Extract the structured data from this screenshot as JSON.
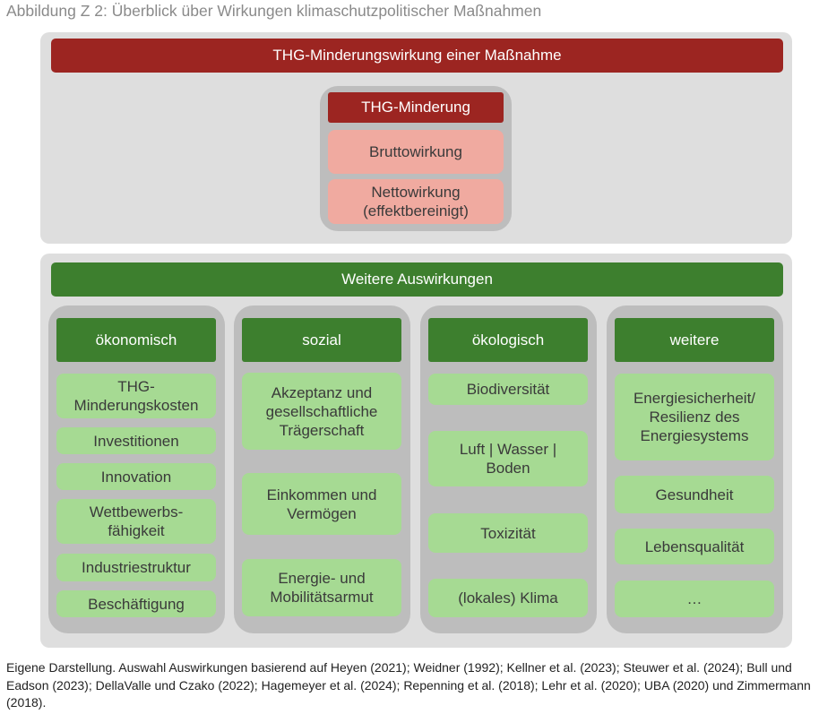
{
  "figure_title": "Abbildung Z 2:  Überblick über Wirkungen klimaschutzpolitischer Maßnahmen",
  "top_panel": {
    "header": "THG-Minderungswirkung einer Maßnahme",
    "group_title": "THG-Minderung",
    "items": [
      "Bruttowirkung",
      "Nettowirkung\n(effektbereinigt)"
    ]
  },
  "bottom_panel": {
    "header": "Weitere Auswirkungen",
    "columns": [
      {
        "title": "ökonomisch",
        "items": [
          "THG-\nMinderungskosten",
          "Investitionen",
          "Innovation",
          "Wettbewerbs-\nfähigkeit",
          "Industriestruktur",
          "Beschäftigung"
        ]
      },
      {
        "title": "sozial",
        "items": [
          "Akzeptanz und\ngesellschaftliche\nTrägerschaft",
          "Einkommen und\nVermögen",
          "Energie- und\nMobilitätsarmut"
        ]
      },
      {
        "title": "ökologisch",
        "items": [
          "Biodiversität",
          "Luft | Wasser |\nBoden",
          "Toxizität",
          "(lokales) Klima"
        ]
      },
      {
        "title": "weitere",
        "items": [
          "Energiesicherheit/\nResilienz des\nEnergiesystems",
          "Gesundheit",
          "Lebensqualität",
          "…"
        ]
      }
    ]
  },
  "caption": "Eigene Darstellung. Auswahl Auswirkungen basierend auf Heyen (2021); Weidner (1992); Kellner et al. (2023); Steuwer et al. (2024); Bull und Eadson (2023); DellaValle und Czako (2022); Hagemeyer et al. (2024); Repenning et al. (2018); Lehr et al. (2020); UBA (2020) und Zimmermann (2018).",
  "colors": {
    "red_dark": "#9c2521",
    "red_light": "#f0aaa0",
    "green_dark": "#3d7f2e",
    "green_light": "#a6da93",
    "panel_bg": "#dedede",
    "group_bg": "#bdbdbd"
  }
}
